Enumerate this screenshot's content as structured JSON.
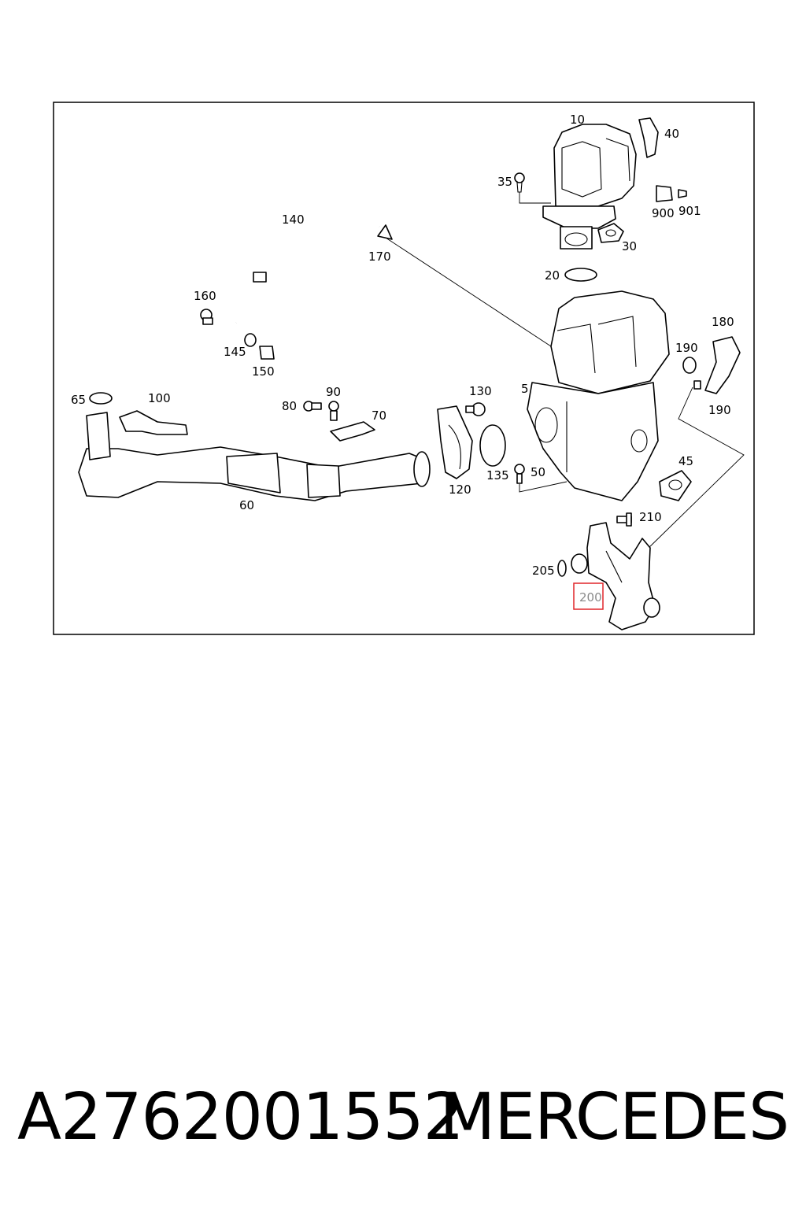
{
  "callouts": [
    {
      "id": "c10",
      "text": "10"
    },
    {
      "id": "c40",
      "text": "40"
    },
    {
      "id": "c35",
      "text": "35"
    },
    {
      "id": "c900",
      "text": "900"
    },
    {
      "id": "c901",
      "text": "901"
    },
    {
      "id": "c30",
      "text": "30"
    },
    {
      "id": "c140",
      "text": "140"
    },
    {
      "id": "c170",
      "text": "170"
    },
    {
      "id": "c20",
      "text": "20"
    },
    {
      "id": "c160",
      "text": "160"
    },
    {
      "id": "c145",
      "text": "145"
    },
    {
      "id": "c150",
      "text": "150"
    },
    {
      "id": "c180",
      "text": "180"
    },
    {
      "id": "c190a",
      "text": "190"
    },
    {
      "id": "c190b",
      "text": "190"
    },
    {
      "id": "c65",
      "text": "65"
    },
    {
      "id": "c100",
      "text": "100"
    },
    {
      "id": "c80",
      "text": "80"
    },
    {
      "id": "c90",
      "text": "90"
    },
    {
      "id": "c70",
      "text": "70"
    },
    {
      "id": "c130",
      "text": "130"
    },
    {
      "id": "c5",
      "text": "5"
    },
    {
      "id": "c135",
      "text": "135"
    },
    {
      "id": "c50",
      "text": "50"
    },
    {
      "id": "c120",
      "text": "120"
    },
    {
      "id": "c60",
      "text": "60"
    },
    {
      "id": "c45",
      "text": "45"
    },
    {
      "id": "c210",
      "text": "210"
    },
    {
      "id": "c205",
      "text": "205"
    },
    {
      "id": "c200",
      "text": "200"
    }
  ],
  "highlighted_callout": "200",
  "highlight_color": "#e0262a",
  "caption": {
    "part_number": "A2762001552",
    "brand": "MERCEDES"
  }
}
